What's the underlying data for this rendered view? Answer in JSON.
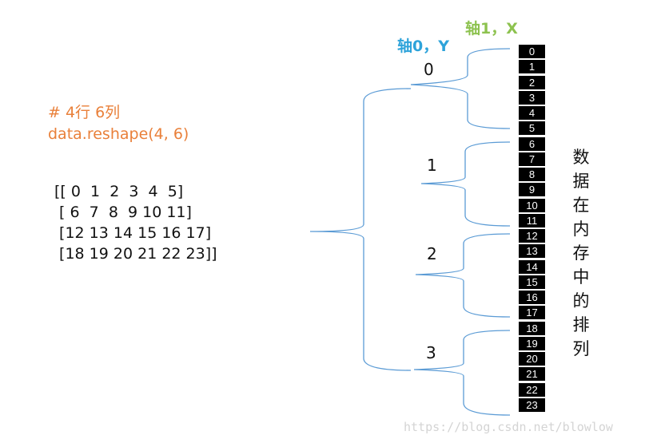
{
  "code": {
    "comment": "# 4行 6列",
    "call": "data.reshape(4, 6)"
  },
  "array_rows": [
    "[[ 0  1  2  3  4  5]",
    " [ 6  7  8  9 10 11]",
    " [12 13 14 15 16 17]",
    " [18 19 20 21 22 23]]"
  ],
  "axis0_label": "轴0，Y",
  "axis1_label": "轴1，X",
  "row_labels": [
    "0",
    "1",
    "2",
    "3"
  ],
  "memory_cells": [
    "0",
    "1",
    "2",
    "3",
    "4",
    "5",
    "6",
    "7",
    "8",
    "9",
    "10",
    "11",
    "12",
    "13",
    "14",
    "15",
    "16",
    "17",
    "18",
    "19",
    "20",
    "21",
    "22",
    "23"
  ],
  "vertical_text": "数据在内存中的排列",
  "watermark": "https://blog.csdn.net/blowlow",
  "colors": {
    "comment": "#E9803A",
    "axis0": "#2EA3DA",
    "axis1": "#8DC24F",
    "brace": "#5B9BD5",
    "cell": "#000000"
  }
}
